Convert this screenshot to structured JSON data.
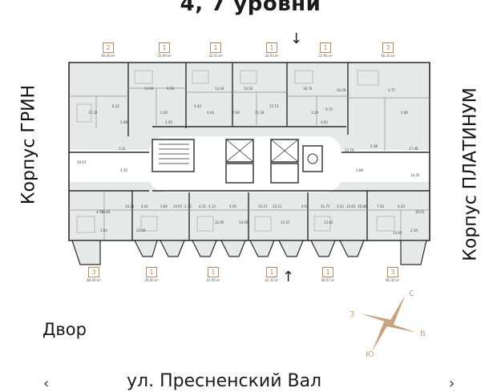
{
  "title": "4, 7 уровни",
  "buildings": {
    "left": "Корпус ГРИН",
    "right": "Корпус ПЛАТИНУМ"
  },
  "yard_label": "Двор",
  "street_label": "ул. Пресненский Вал",
  "compass": {
    "north": "С",
    "south": "Ю",
    "east": "В",
    "west": "З",
    "accent": "#c8a27a"
  },
  "colors": {
    "tag_border": "#b9875a",
    "room_fill": "#e6e9e9",
    "wall": "#2b2b2b"
  },
  "apartments_top": [
    {
      "rooms": "2",
      "area": "60.00 м²"
    },
    {
      "rooms": "1",
      "area": "35.69 м²"
    },
    {
      "rooms": "1",
      "area": "32.55 м²"
    },
    {
      "rooms": "1",
      "area": "33.93 м²"
    },
    {
      "rooms": "1",
      "area": "31.95 м²"
    },
    {
      "rooms": "3",
      "area": "90.10 м²"
    }
  ],
  "apartments_bottom": [
    {
      "rooms": "3",
      "area": "88.66 м²"
    },
    {
      "rooms": "1",
      "area": "39.60 м²"
    },
    {
      "rooms": "1",
      "area": "41.09 м²"
    },
    {
      "rooms": "1",
      "area": "42.20 м²"
    },
    {
      "rooms": "1",
      "area": "38.07 м²"
    },
    {
      "rooms": "3",
      "area": "85.30 м²"
    }
  ],
  "room_areas": [
    "29.91",
    "15.32",
    "13.69",
    "6.12",
    "5.68",
    "3.21",
    "4.20",
    "13.94",
    "9.28",
    "3.20",
    "2.40",
    "4.43",
    "12.44",
    "4.44",
    "7.09",
    "14.02",
    "11.18",
    "15.13",
    "18.70",
    "3.29",
    "4.63",
    "6.72",
    "14.29",
    "13.74",
    "2.88",
    "4.38",
    "3.77",
    "5.69",
    "17.48",
    "14.35",
    "4.59",
    "14.31",
    "4.02",
    "3.64",
    "14.67",
    "2.75",
    "4.15",
    "4.13",
    "12.95",
    "4.04",
    "14.45",
    "14.21",
    "22.21",
    "14.37",
    "4.93",
    "11.71",
    "13.82",
    "4.52",
    "13.91",
    "16.86",
    "7.30",
    "6.43",
    "14.02",
    "16.01",
    "2.39",
    "3.83",
    "20.09"
  ],
  "entry_arrow_top": "↓",
  "entry_arrow_bottom": "↑",
  "street_arrow_left": "‹",
  "street_arrow_right": "›"
}
